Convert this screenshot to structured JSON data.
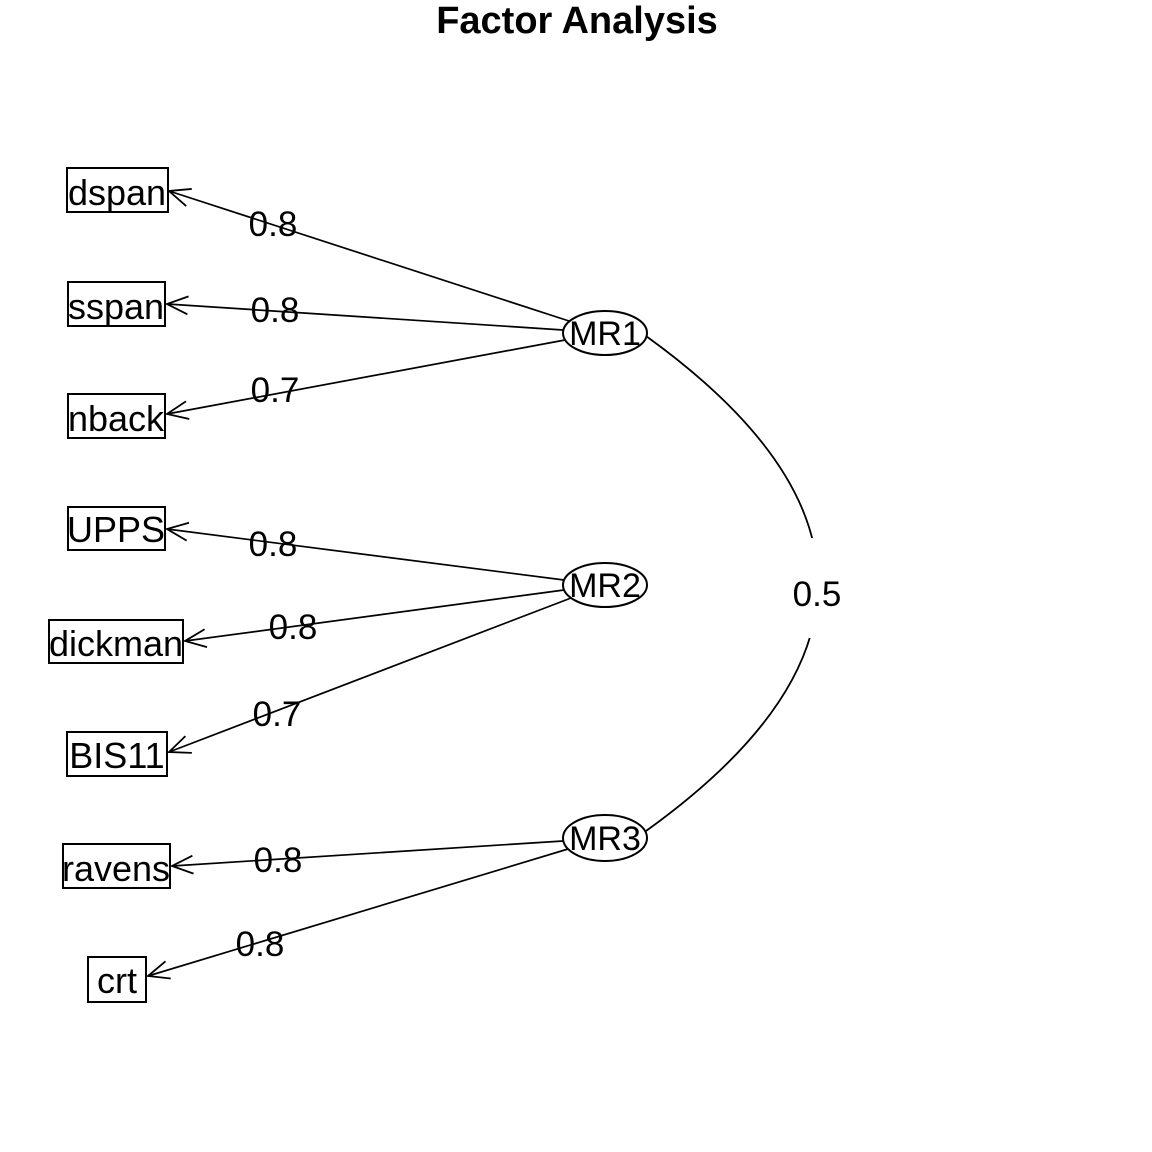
{
  "title": "Factor Analysis",
  "chart_data": {
    "type": "factor-analysis-path-diagram",
    "observed_variables": [
      "dspan",
      "sspan",
      "nback",
      "UPPS",
      "dickman",
      "BIS11",
      "ravens",
      "crt"
    ],
    "factors": [
      {
        "label": "MR1",
        "indicators": [
          {
            "variable": "dspan",
            "loading": "0.8"
          },
          {
            "variable": "sspan",
            "loading": "0.8"
          },
          {
            "variable": "nback",
            "loading": "0.7"
          }
        ]
      },
      {
        "label": "MR2",
        "indicators": [
          {
            "variable": "UPPS",
            "loading": "0.8"
          },
          {
            "variable": "dickman",
            "loading": "0.8"
          },
          {
            "variable": "BIS11",
            "loading": "0.7"
          }
        ]
      },
      {
        "label": "MR3",
        "indicators": [
          {
            "variable": "ravens",
            "loading": "0.8"
          },
          {
            "variable": "crt",
            "loading": "0.8"
          }
        ]
      }
    ],
    "correlations": [
      {
        "from": "MR1",
        "to": "MR3",
        "value": "0.5"
      }
    ],
    "colors": {
      "line": "#000000",
      "background": "#ffffff",
      "text": "#000000"
    }
  }
}
